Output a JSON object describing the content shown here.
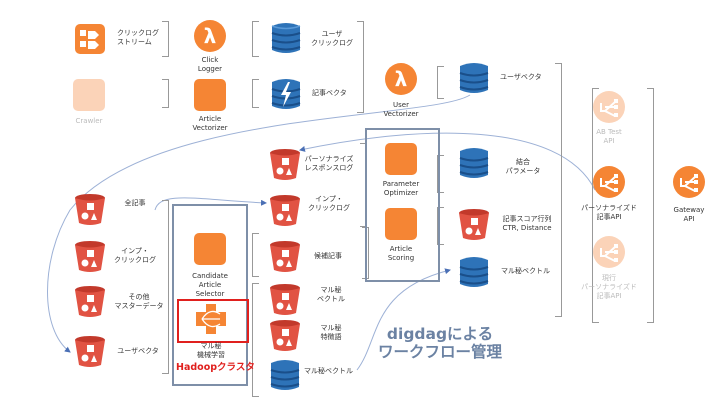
{
  "title": "digdag workflow architecture diagram",
  "colors": {
    "orange": "#f58534",
    "orange_faded": "#fbd3b8",
    "red_bucket": "#e15343",
    "blue_db": "#2e73b8",
    "frame": "#7e8fa8",
    "hadoop_red": "#e0201e",
    "wire": "#9db1d6"
  },
  "nodes": {
    "click_stream": {
      "label": "クリックログ\nストリーム",
      "icon": "kinesis-stream-icon"
    },
    "crawler": {
      "label": "Crawler",
      "icon": "compute-instance-icon",
      "faded": true
    },
    "click_logger": {
      "label": "Click\nLogger",
      "icon": "lambda-icon"
    },
    "article_vectorizer": {
      "label": "Article\nVectorizer",
      "icon": "compute-instance-icon"
    },
    "user_click_log": {
      "label": "ユーザ\nクリックログ",
      "icon": "dynamodb-icon"
    },
    "article_vector": {
      "label": "記事ベクタ",
      "icon": "dynamodb-stream-icon"
    },
    "user_vectorizer": {
      "label": "User\nVectorizer",
      "icon": "lambda-icon"
    },
    "user_vector_db": {
      "label": "ユーザベクタ",
      "icon": "dynamodb-icon"
    },
    "ab_test_api": {
      "label": "AB Test\nAPI",
      "icon": "load-balancer-icon",
      "faded": true
    },
    "personalized_api": {
      "label": "パーソナライズド\n記事API",
      "icon": "load-balancer-icon"
    },
    "current_personalized_api": {
      "label": "現行\nパーソナライズド\n記事API",
      "icon": "load-balancer-icon",
      "faded": true
    },
    "gateway_api": {
      "label": "Gateway\nAPI",
      "icon": "load-balancer-icon"
    },
    "personalize_response_log": {
      "label": "パーソナライズ\nレスポンスログ",
      "icon": "s3-bucket-icon"
    },
    "imp_click_log_s3b": {
      "label": "インプ・\nクリックログ",
      "icon": "s3-bucket-icon"
    },
    "candidate_articles": {
      "label": "候補記事",
      "icon": "s3-bucket-icon"
    },
    "parameter_optimizer": {
      "label": "Parameter\nOptimizer",
      "icon": "compute-instance-icon"
    },
    "article_scoring": {
      "label": "Article\nScoring",
      "icon": "compute-instance-icon"
    },
    "combined_params": {
      "label": "結合\nパラメータ",
      "icon": "dynamodb-icon"
    },
    "article_score_matrix": {
      "label": "記事スコア行列\nCTR, Distance",
      "icon": "s3-bucket-icon"
    },
    "secret_vector_db": {
      "label": "マル秘ベクトル",
      "icon": "dynamodb-icon"
    },
    "all_articles": {
      "label": "全記事",
      "icon": "s3-bucket-icon"
    },
    "imp_click_log": {
      "label": "インプ・\nクリックログ",
      "icon": "s3-bucket-icon"
    },
    "other_master": {
      "label": "その他\nマスターデータ",
      "icon": "s3-bucket-icon"
    },
    "user_vector_s3": {
      "label": "ユーザベクタ",
      "icon": "s3-bucket-icon"
    },
    "candidate_selector": {
      "label": "Candidate\nArticle\nSelector",
      "icon": "compute-instance-icon"
    },
    "secret_ml": {
      "label": "マル秘\n機械学習",
      "icon": "emr-cluster-icon"
    },
    "secret_vector_s3": {
      "label": "マル秘\nベクトル",
      "icon": "s3-bucket-icon"
    },
    "secret_features": {
      "label": "マル秘\n特徴語",
      "icon": "s3-bucket-icon"
    },
    "secret_vector_db2": {
      "label": "マル秘ベクトル",
      "icon": "dynamodb-icon"
    }
  },
  "hadoop_label": "Hadoopクラスタ",
  "digdag_label": "digdagによる\nワークフロー管理"
}
